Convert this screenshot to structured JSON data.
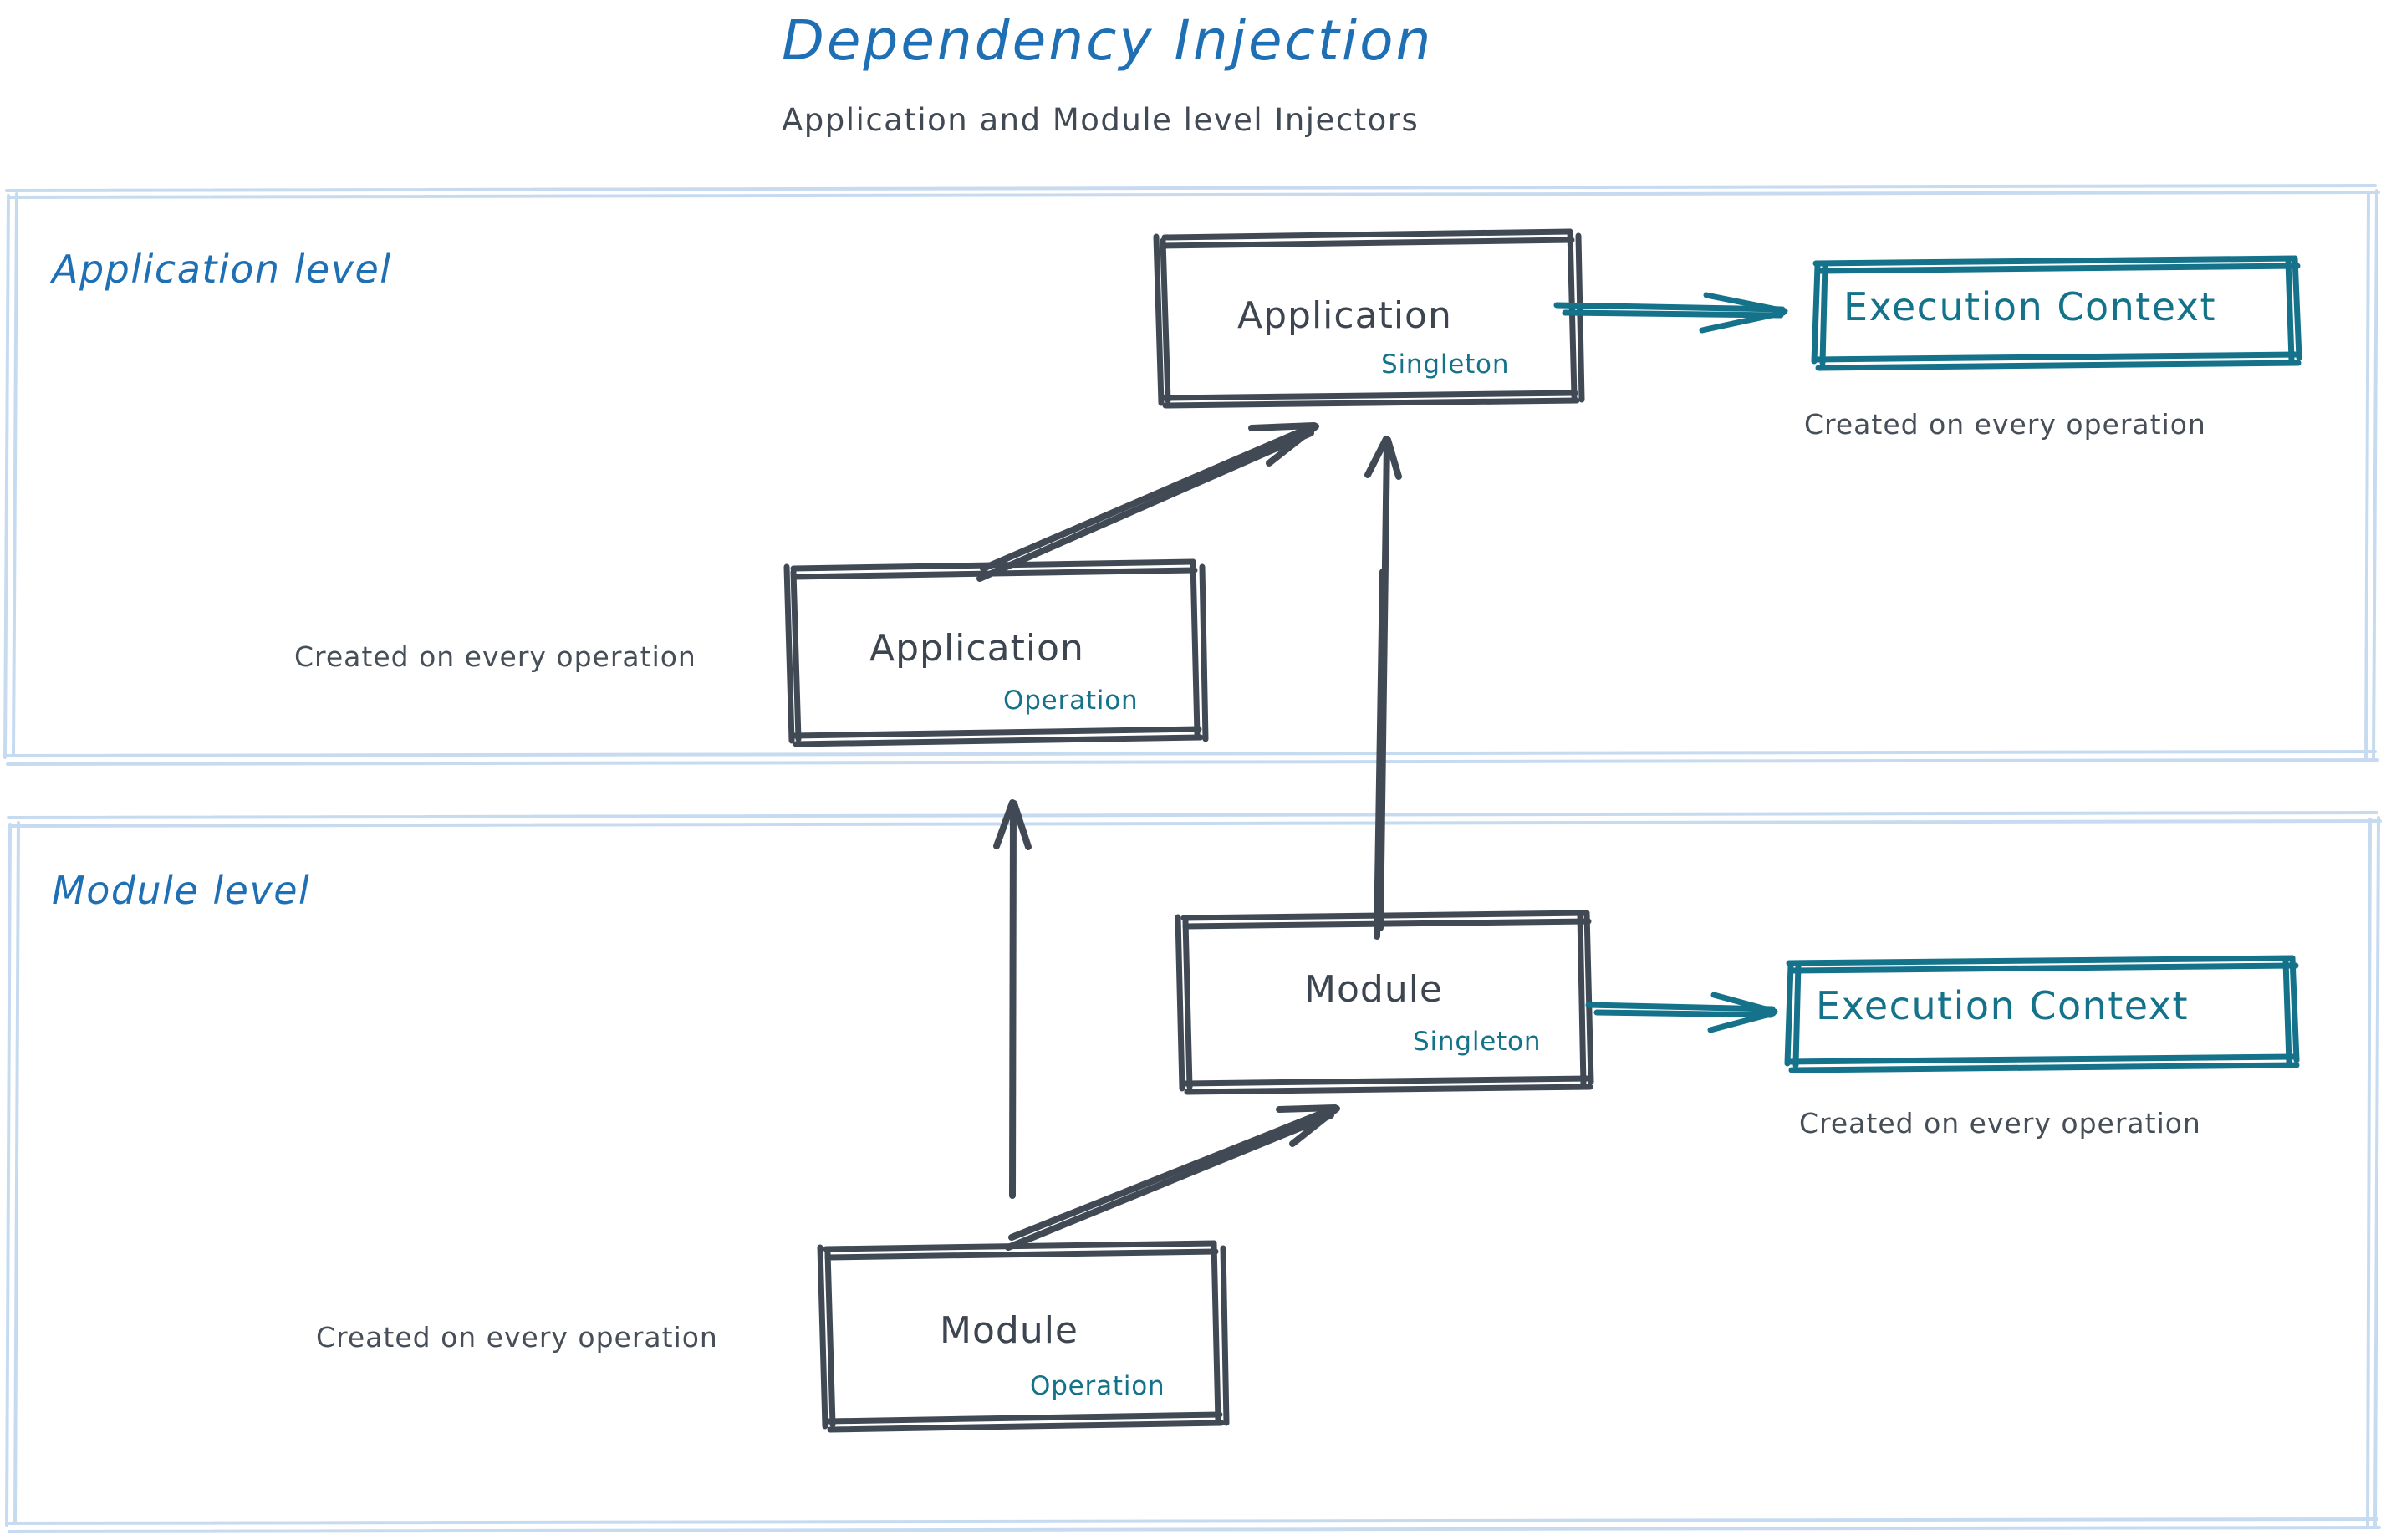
{
  "header": {
    "title": "Dependency Injection",
    "subtitle": "Application and Module level Injectors"
  },
  "colors": {
    "title_blue": "#1f6fb5",
    "lane_border": "#c7dbf0",
    "node_stroke": "#414a54",
    "teal": "#14728a",
    "note_gray": "#464e58",
    "background": "#ffffff"
  },
  "lanes": [
    {
      "id": "application-level",
      "label": "Application level",
      "nodes": [
        {
          "id": "application-singleton",
          "title": "Application",
          "scope": "Singleton",
          "style": "gray-box"
        },
        {
          "id": "application-execution-context",
          "title": "Execution Context",
          "style": "teal-box",
          "note": "Created on every operation"
        },
        {
          "id": "application-operation",
          "title": "Application",
          "scope": "Operation",
          "style": "gray-box",
          "note": "Created on every operation"
        }
      ]
    },
    {
      "id": "module-level",
      "label": "Module level",
      "nodes": [
        {
          "id": "module-singleton",
          "title": "Module",
          "scope": "Singleton",
          "style": "gray-box"
        },
        {
          "id": "module-execution-context",
          "title": "Execution Context",
          "style": "teal-box",
          "note": "Created on every operation"
        },
        {
          "id": "module-operation",
          "title": "Module",
          "scope": "Operation",
          "style": "gray-box",
          "note": "Created on every operation"
        }
      ]
    }
  ],
  "notes": {
    "app_operation_note": "Created on every operation",
    "app_execution_note": "Created on every operation",
    "module_operation_note": "Created on every operation",
    "module_execution_note": "Created on every operation"
  },
  "edges": [
    {
      "id": "app-singleton-to-execution-context",
      "from": "application-singleton",
      "to": "application-execution-context",
      "color": "teal",
      "direction": "right"
    },
    {
      "id": "app-operation-to-app-singleton",
      "from": "application-operation",
      "to": "application-singleton",
      "color": "gray",
      "direction": "up-right"
    },
    {
      "id": "module-singleton-to-app-singleton",
      "from": "module-singleton",
      "to": "application-singleton",
      "color": "gray",
      "direction": "up"
    },
    {
      "id": "module-operation-to-app-operation",
      "from": "module-operation",
      "to": "application-operation",
      "color": "gray",
      "direction": "up"
    },
    {
      "id": "module-operation-to-module-singleton",
      "from": "module-operation",
      "to": "module-singleton",
      "color": "gray",
      "direction": "up-right"
    },
    {
      "id": "module-singleton-to-execution-context",
      "from": "module-singleton",
      "to": "module-execution-context",
      "color": "teal",
      "direction": "right"
    }
  ]
}
